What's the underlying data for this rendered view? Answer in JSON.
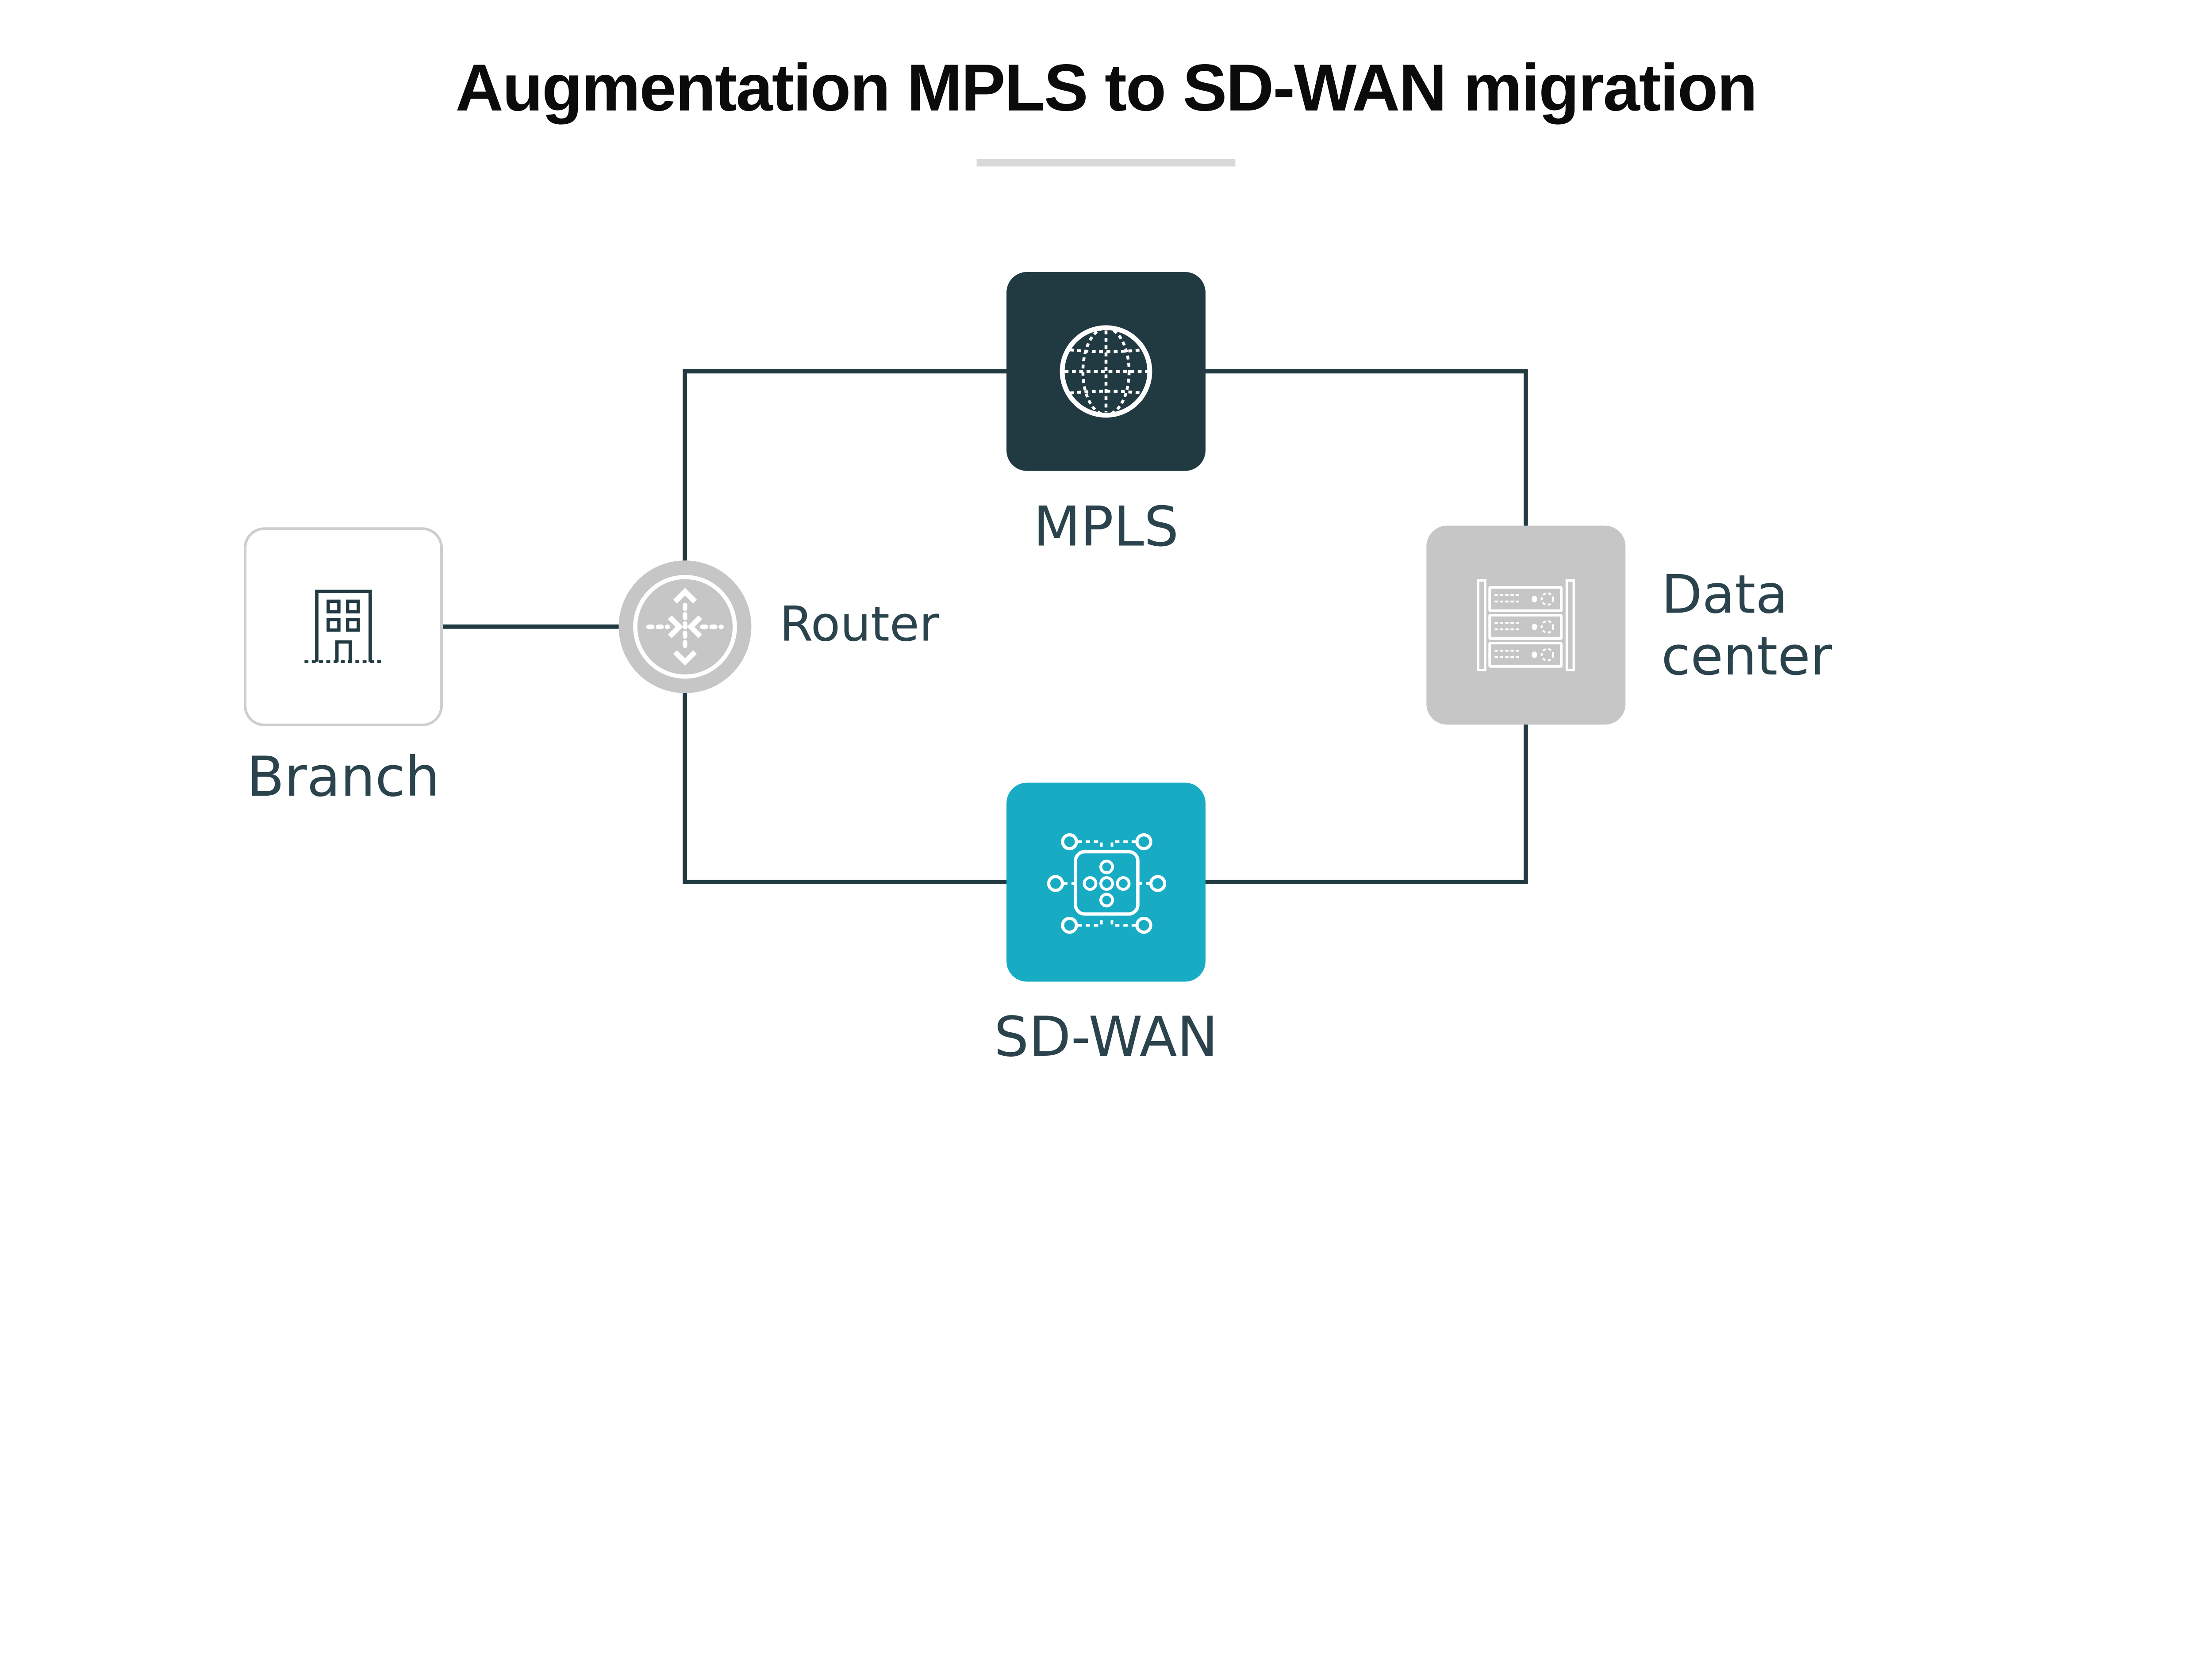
{
  "title": {
    "text": "Augmentation MPLS to SD-WAN migration"
  },
  "nodes": {
    "branch": {
      "label": "Branch",
      "icon": "building-icon"
    },
    "router": {
      "label": "Router",
      "icon": "router-icon"
    },
    "mpls": {
      "label": "MPLS",
      "icon": "globe-icon"
    },
    "sdwan": {
      "label": "SD-WAN",
      "icon": "mesh-network-icon"
    },
    "datacenter": {
      "label_line1": "Data",
      "label_line2": "center",
      "icon": "server-rack-icon"
    }
  },
  "colors": {
    "dark_slate": "#213a41",
    "teal": "#18abc4",
    "gray": "#c6c6c6",
    "branch_border": "#cccecf",
    "divider_gray": "#d9d9d9",
    "label_text": "#2a434c",
    "title_text": "#0b0b0b",
    "background": "#ffffff",
    "icon_white": "#ffffff"
  }
}
